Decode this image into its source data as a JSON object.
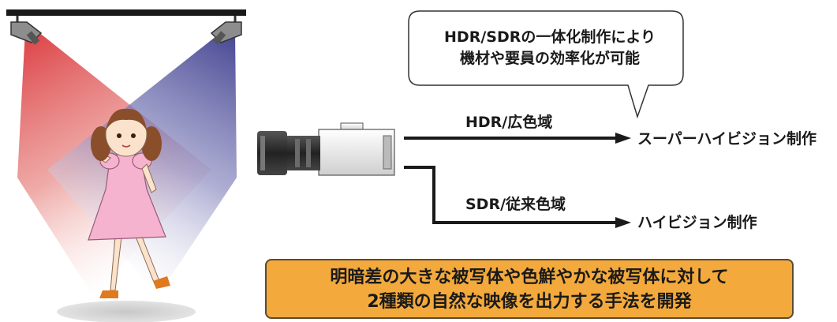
{
  "bubble": {
    "line1": "HDR/SDRの一体化制作により",
    "line2": "機材や要員の効率化が可能"
  },
  "paths": {
    "hdr_label": "HDR/広色域",
    "hdr_target": "スーパーハイビジョン制作",
    "sdr_label": "SDR/従来色域",
    "sdr_target": "ハイビジョン制作"
  },
  "banner": {
    "line1": "明暗差の大きな被写体や色鮮やかな被写体に対して",
    "line2": "2種類の自然な映像を出力する手法を開発"
  },
  "colors": {
    "light_left": "#d8262b",
    "light_right": "#23237e",
    "banner": "#f3a93b",
    "dress": "#f5b3d0",
    "hair": "#8a4e2a"
  }
}
